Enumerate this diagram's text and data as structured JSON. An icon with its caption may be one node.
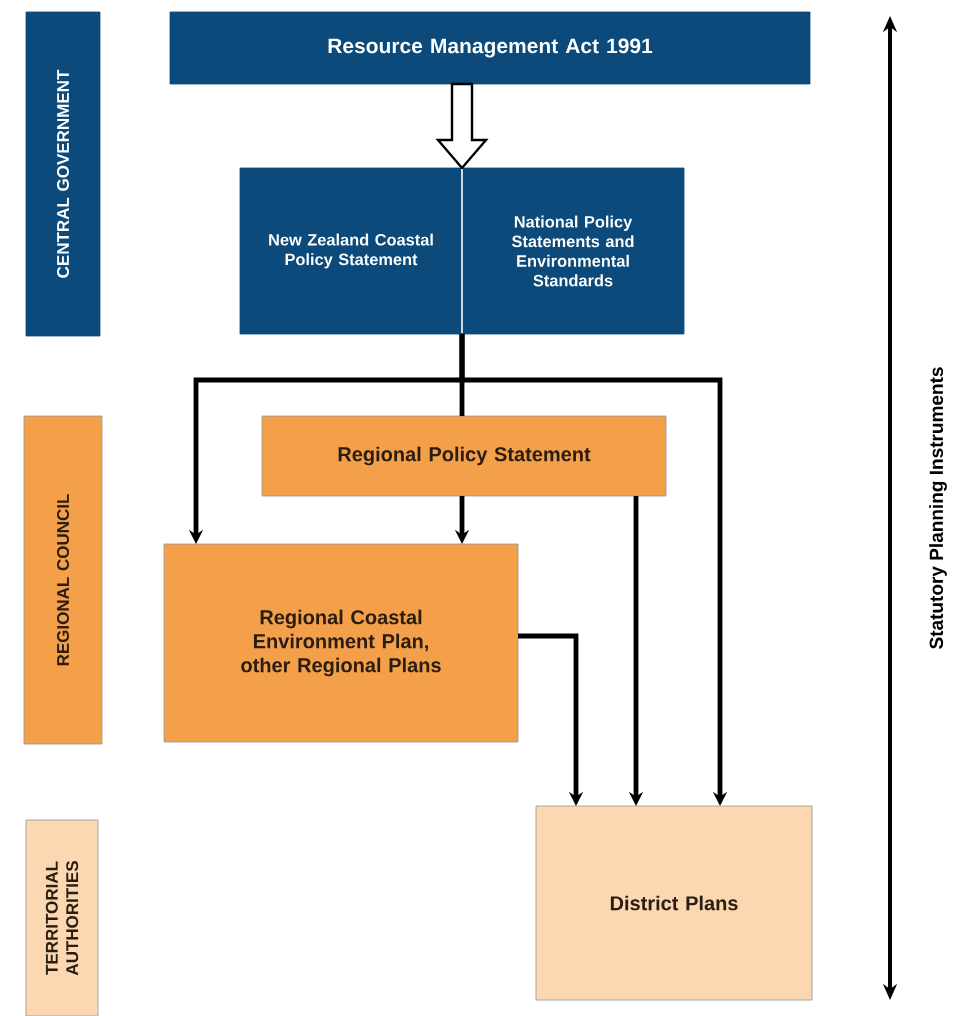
{
  "diagram": {
    "nodes": [
      {
        "text": [
          "Resource Management Act 1991"
        ]
      },
      {
        "text": [
          "New Zealand Coastal Policy Statement"
        ]
      },
      {
        "text": [
          "National Policy Statements and Environmental Standards"
        ]
      },
      {
        "text": [
          "Regional Policy Statement"
        ]
      },
      {
        "text": [
          "Regional Coastal Environment Plan, other Regional Plans"
        ]
      },
      {
        "text": [
          "District Plans"
        ]
      },
      {
        "text": [
          "CENTRAL GOVERNMENT"
        ]
      },
      {
        "text": [
          "REGIONAL COUNCIL"
        ]
      },
      {
        "text": [
          "TERRITORIAL AUTHORITIES"
        ]
      }
    ],
    "edges": [
      {
        "from": 0,
        "to": 1,
        "arrow": "to"
      },
      {
        "from": 0,
        "to": 2,
        "arrow": "to"
      },
      {
        "from": 1,
        "to": 4,
        "arrow": "to"
      },
      {
        "from": 2,
        "to": 4,
        "arrow": "to"
      },
      {
        "from": 1,
        "to": 3,
        "arrow": "none"
      },
      {
        "from": 2,
        "to": 3,
        "arrow": "none"
      },
      {
        "from": 1,
        "to": 5,
        "arrow": "to"
      },
      {
        "from": 2,
        "to": 5,
        "arrow": "to"
      },
      {
        "from": 3,
        "to": 4,
        "arrow": "to"
      },
      {
        "from": 3,
        "to": 5,
        "arrow": "to"
      },
      {
        "from": 4,
        "to": 5,
        "arrow": "to"
      }
    ],
    "labels": [
      "Statutory Planning Instruments"
    ]
  }
}
